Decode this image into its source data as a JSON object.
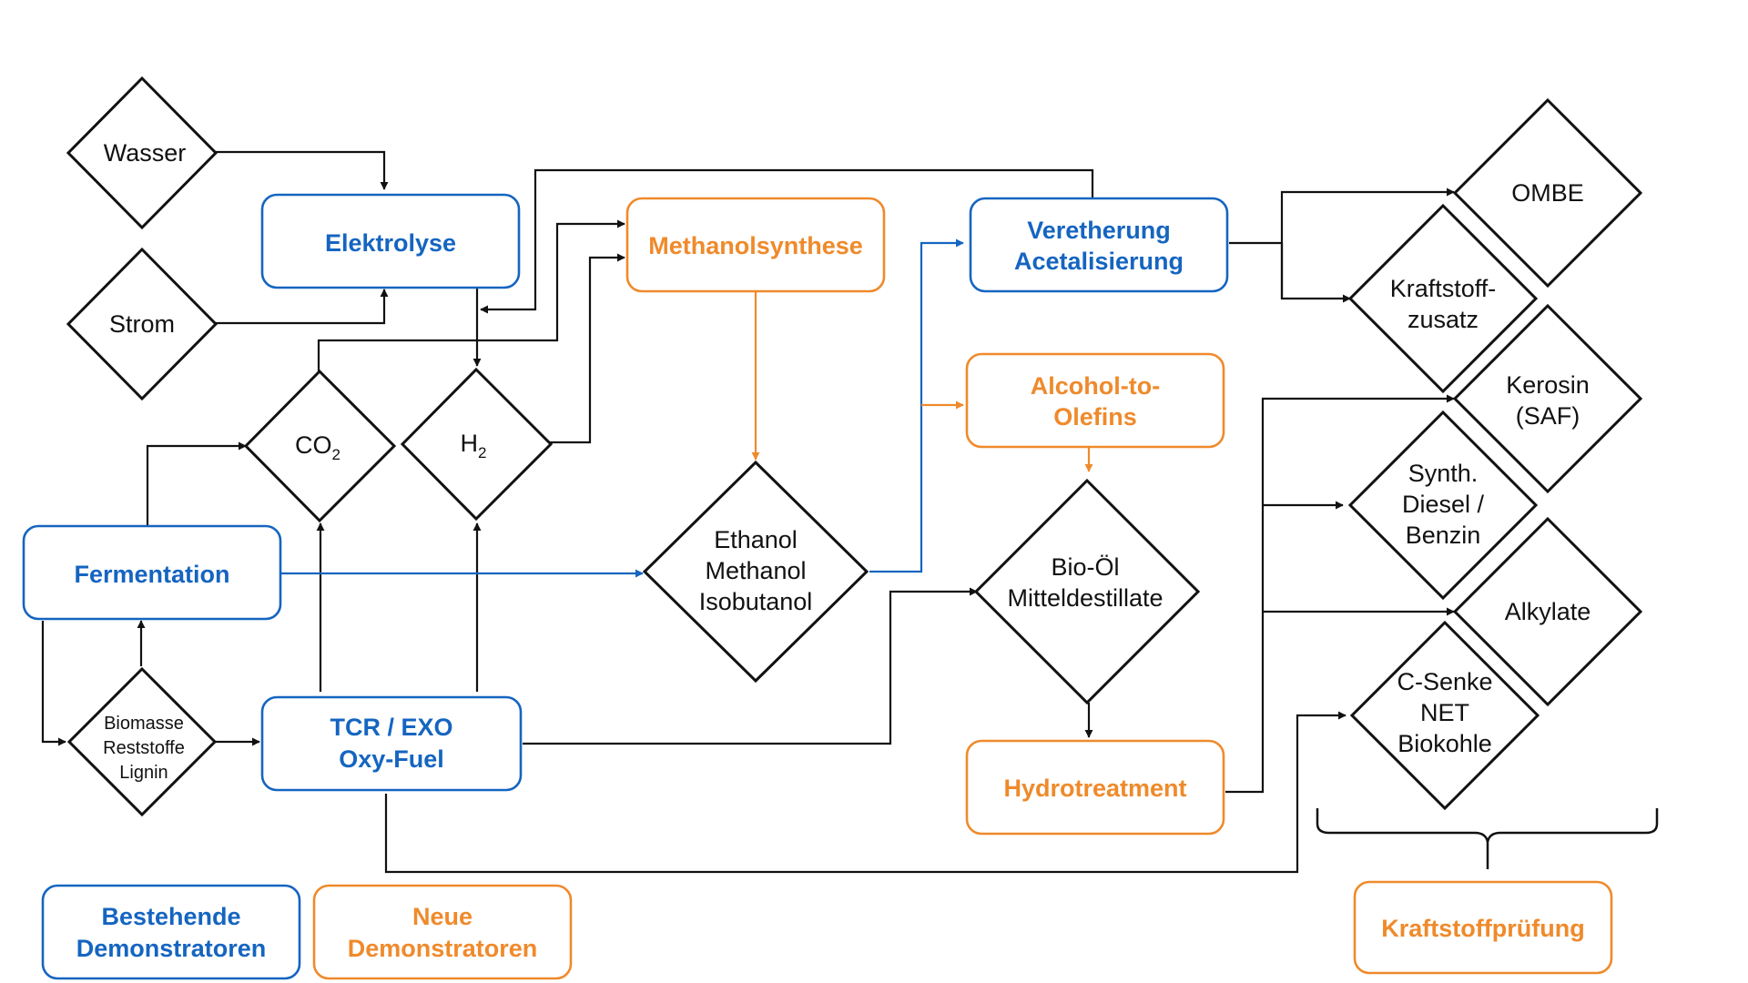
{
  "colors": {
    "blue": "#1565c0",
    "orange": "#ef8a2b",
    "black": "#111111"
  },
  "diamonds": {
    "wasser": "Wasser",
    "strom": "Strom",
    "co2": {
      "main": "CO",
      "sub": "2"
    },
    "h2": {
      "main": "H",
      "sub": "2"
    },
    "biomasse": [
      "Biomasse",
      "Reststoffe",
      "Lignin"
    ],
    "ethanol": [
      "Ethanol",
      "Methanol",
      "Isobutanol"
    ],
    "biooel": [
      "Bio-Öl",
      "Mitteldestillate"
    ],
    "ombe": "OMBE",
    "kraftstoffzusatz": [
      "Kraftstoff-",
      "zusatz"
    ],
    "kerosin": [
      "Kerosin",
      "(SAF)"
    ],
    "synth": [
      "Synth.",
      "Diesel /",
      "Benzin"
    ],
    "alkylate": "Alkylate",
    "csenke": [
      "C-Senke",
      "NET",
      "Biokohle"
    ]
  },
  "boxes": {
    "elektrolyse": "Elektrolyse",
    "fermentation": "Fermentation",
    "tcr": [
      "TCR / EXO",
      "Oxy-Fuel"
    ],
    "methanolsynthese": "Methanolsynthese",
    "veretherung": [
      "Veretherung",
      "Acetalisierung"
    ],
    "alcohol": [
      "Alcohol-to-",
      "Olefins"
    ],
    "hydrotreatment": "Hydrotreatment",
    "kraftstoffpruefung": "Kraftstoffprüfung"
  },
  "legend": {
    "existing": [
      "Bestehende",
      "Demonstratoren"
    ],
    "new": [
      "Neue",
      "Demonstratoren"
    ]
  }
}
